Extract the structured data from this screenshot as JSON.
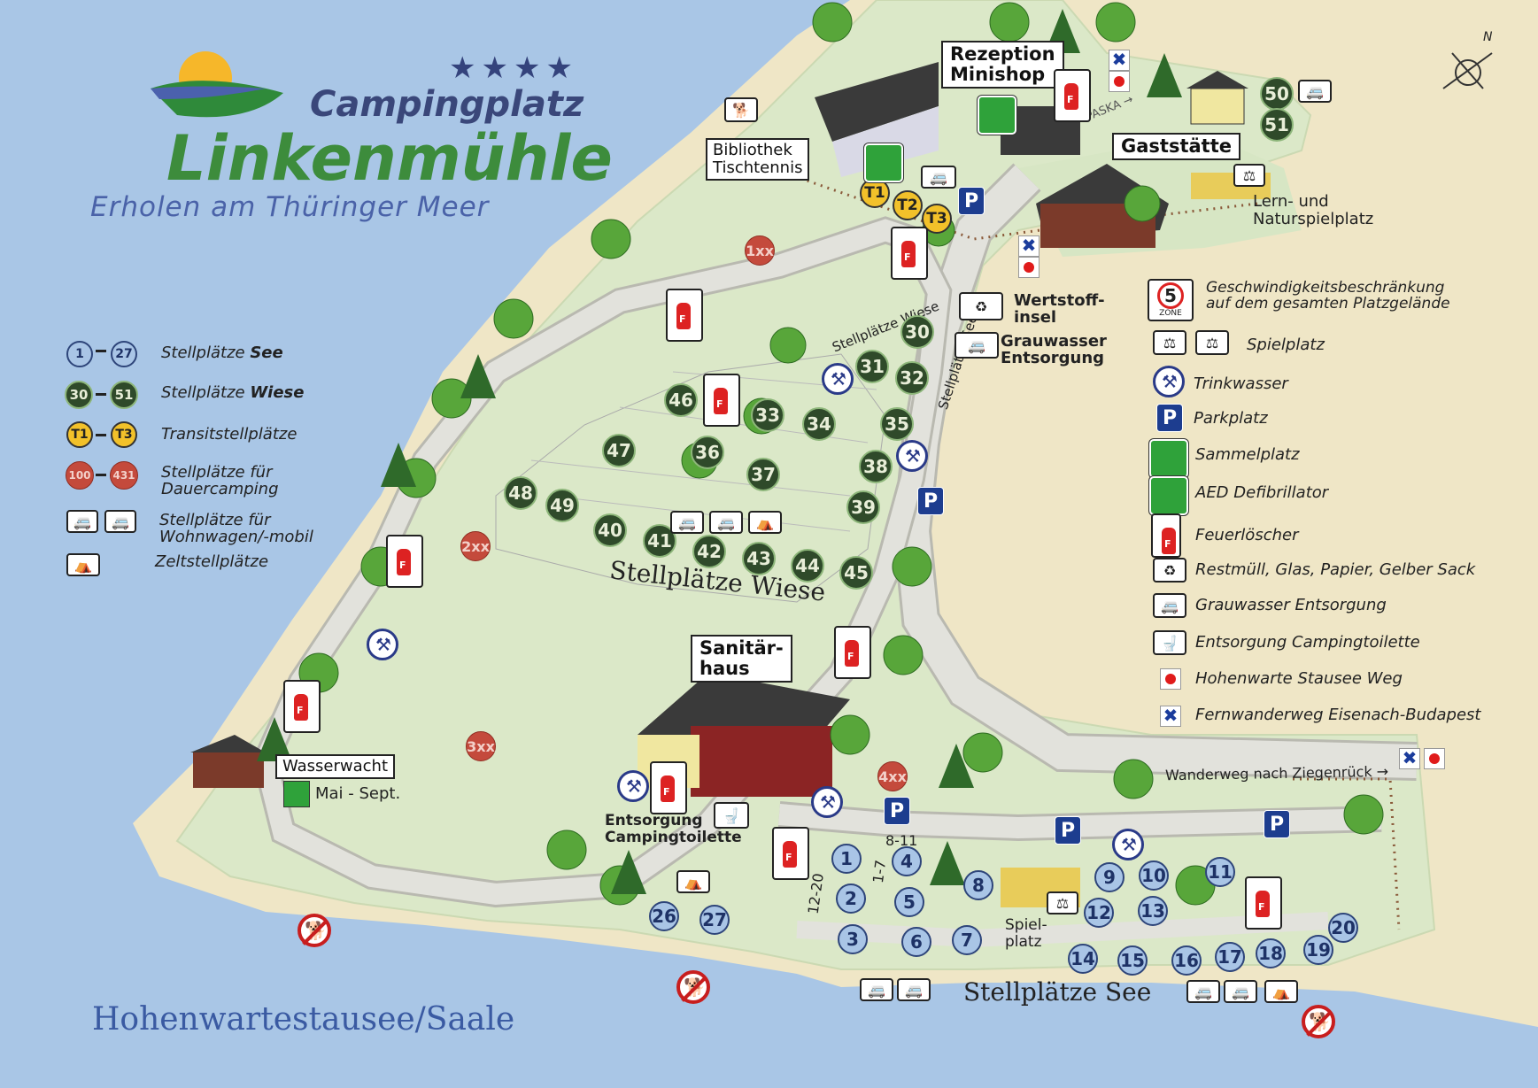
{
  "branding": {
    "stars": "★★★★",
    "title_top": "Campingplatz",
    "title_main": "Linkenmühle",
    "subtitle": "Erholen am Thüringer Meer"
  },
  "lake_label": "Hohenwartestausee/Saale",
  "labels": {
    "rezeption": "Rezeption",
    "minishop": "Minishop",
    "gaststaette": "Gaststätte",
    "bibliothek": "Bibliothek",
    "tischtennis": "Tischtennis",
    "lern_spiel_1": "Lern- und",
    "lern_spiel_2": "Naturspielplatz",
    "wertstoff_1": "Wertstoff-",
    "wertstoff_2": "insel",
    "grauwasser_1": "Grauwasser",
    "grauwasser_2": "Entsorgung",
    "sanitaer_1": "Sanitär-",
    "sanitaer_2": "haus",
    "wasserwacht": "Wasserwacht",
    "wasserwacht_time": "Mai - Sept.",
    "entsorgung_1": "Entsorgung",
    "entsorgung_2": "Campingtoilette",
    "stellplaetze_wiese": "Stellplätze Wiese",
    "stellplaetze_see": "Stellplätze See",
    "spielplatz_1": "Spiel-",
    "spielplatz_2": "platz",
    "wanderweg": "Wanderweg nach Ziegenrück →",
    "road_wiese_1": "Stellplätze Wiese",
    "road_see": "Stellplätze See",
    "paska": "PASKA →",
    "range_12_20": "12-20",
    "range_1_7": "1-7",
    "range_8_11": "8-11",
    "zone_num": "5",
    "zone_text": "ZONE",
    "compass": "N"
  },
  "legend_left": [
    {
      "from": "1",
      "to": "27",
      "text": "Stellplätze ",
      "bold": "See"
    },
    {
      "from": "30",
      "to": "51",
      "text": "Stellplätze ",
      "bold": "Wiese"
    },
    {
      "from": "T1",
      "to": "T3",
      "text": "Transitstellplätze",
      "bold": ""
    },
    {
      "from": "100",
      "to": "431",
      "text_1": "Stellplätze für",
      "text_2": "Dauercamping"
    },
    {
      "text_1": "Stellplätze für",
      "text_2": "Wohnwagen/-mobil"
    },
    {
      "text": "Zeltstellplätze"
    }
  ],
  "legend_right": {
    "speed_1": "Geschwindigkeitsbeschränkung",
    "speed_2": "auf dem gesamten Platzgelände",
    "spielplatz": "Spielplatz",
    "trinkwasser": "Trinkwasser",
    "parkplatz": "Parkplatz",
    "sammelplatz": "Sammelplatz",
    "aed": "AED Defibrillator",
    "feuerloescher": "Feuerlöscher",
    "muell": "Restmüll, Glas, Papier, Gelber Sack",
    "grauwasser": "Grauwasser Entsorgung",
    "campingtoilette": "Entsorgung Campingtoilette",
    "hohenwarte": "Hohenwarte Stausee Weg",
    "fernwanderweg": "Fernwanderweg Eisenach-Budapest"
  },
  "dauercamping": [
    "1xx",
    "2xx",
    "3xx",
    "4xx"
  ],
  "transit": [
    "T1",
    "T2",
    "T3"
  ],
  "wiese_pitches": [
    "30",
    "31",
    "32",
    "33",
    "34",
    "35",
    "36",
    "37",
    "38",
    "39",
    "40",
    "41",
    "42",
    "43",
    "44",
    "45",
    "46",
    "47",
    "48",
    "49",
    "50",
    "51"
  ],
  "see_pitches": [
    "1",
    "2",
    "3",
    "4",
    "5",
    "6",
    "7",
    "8",
    "9",
    "10",
    "11",
    "12",
    "13",
    "14",
    "15",
    "16",
    "17",
    "18",
    "19",
    "20",
    "26",
    "27"
  ],
  "parking_letter": "P",
  "colors": {
    "water": "#a9c6e6",
    "beach": "#efe6c6",
    "meadow": "#dbe8c8",
    "road": "#e2e2dc",
    "wiese_pin": "#2f4a2a",
    "see_pin": "#a9c5e6",
    "transit_pin": "#f2c12a",
    "dauer_pin": "#c44a3c",
    "brand_green": "#3d8c3c",
    "brand_blue": "#3a477a"
  },
  "icons": [
    "sun-logo-icon",
    "extinguisher-icon",
    "tap-icon",
    "parking-icon",
    "no-dog-icon",
    "dog-allowed-icon",
    "aed-icon",
    "assembly-icon",
    "caravan-icon",
    "tent-icon",
    "recycling-icon",
    "playground-icon",
    "compass-icon",
    "tree-icon"
  ]
}
